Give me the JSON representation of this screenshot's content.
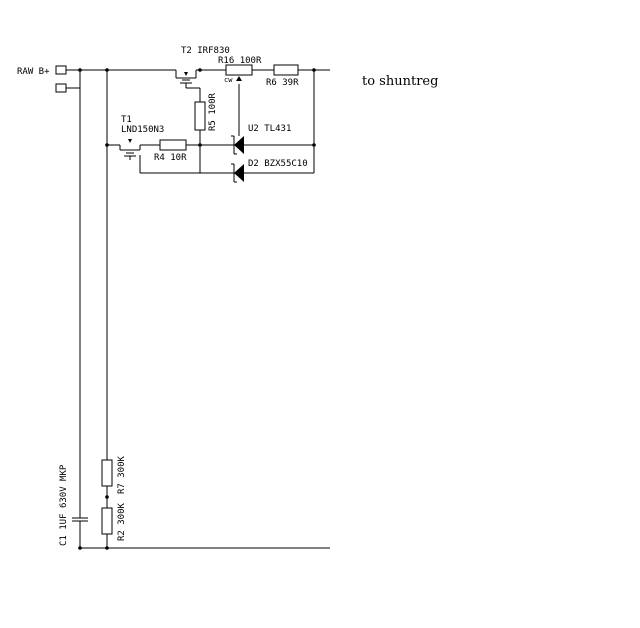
{
  "terminals": {
    "raw_bplus": "RAW B+"
  },
  "output_note": "to shuntreg",
  "components": {
    "t2": {
      "ref": "T2",
      "part": "IRF830"
    },
    "t1": {
      "ref": "T1",
      "part": "LND150N3"
    },
    "r16": {
      "ref": "R16",
      "value": "100R",
      "wiper": "cw"
    },
    "r6": {
      "ref": "R6",
      "value": "39R"
    },
    "r5": {
      "ref": "R5",
      "value": "100R"
    },
    "r4": {
      "ref": "R4",
      "value": "10R"
    },
    "u2": {
      "ref": "U2",
      "part": "TL431"
    },
    "d2": {
      "ref": "D2",
      "part": "BZX55C10"
    },
    "r7": {
      "ref": "R7",
      "value": "300K"
    },
    "r2": {
      "ref": "R2",
      "value": "300K"
    },
    "c1": {
      "ref": "C1",
      "value": "1UF 630V MKP"
    }
  }
}
